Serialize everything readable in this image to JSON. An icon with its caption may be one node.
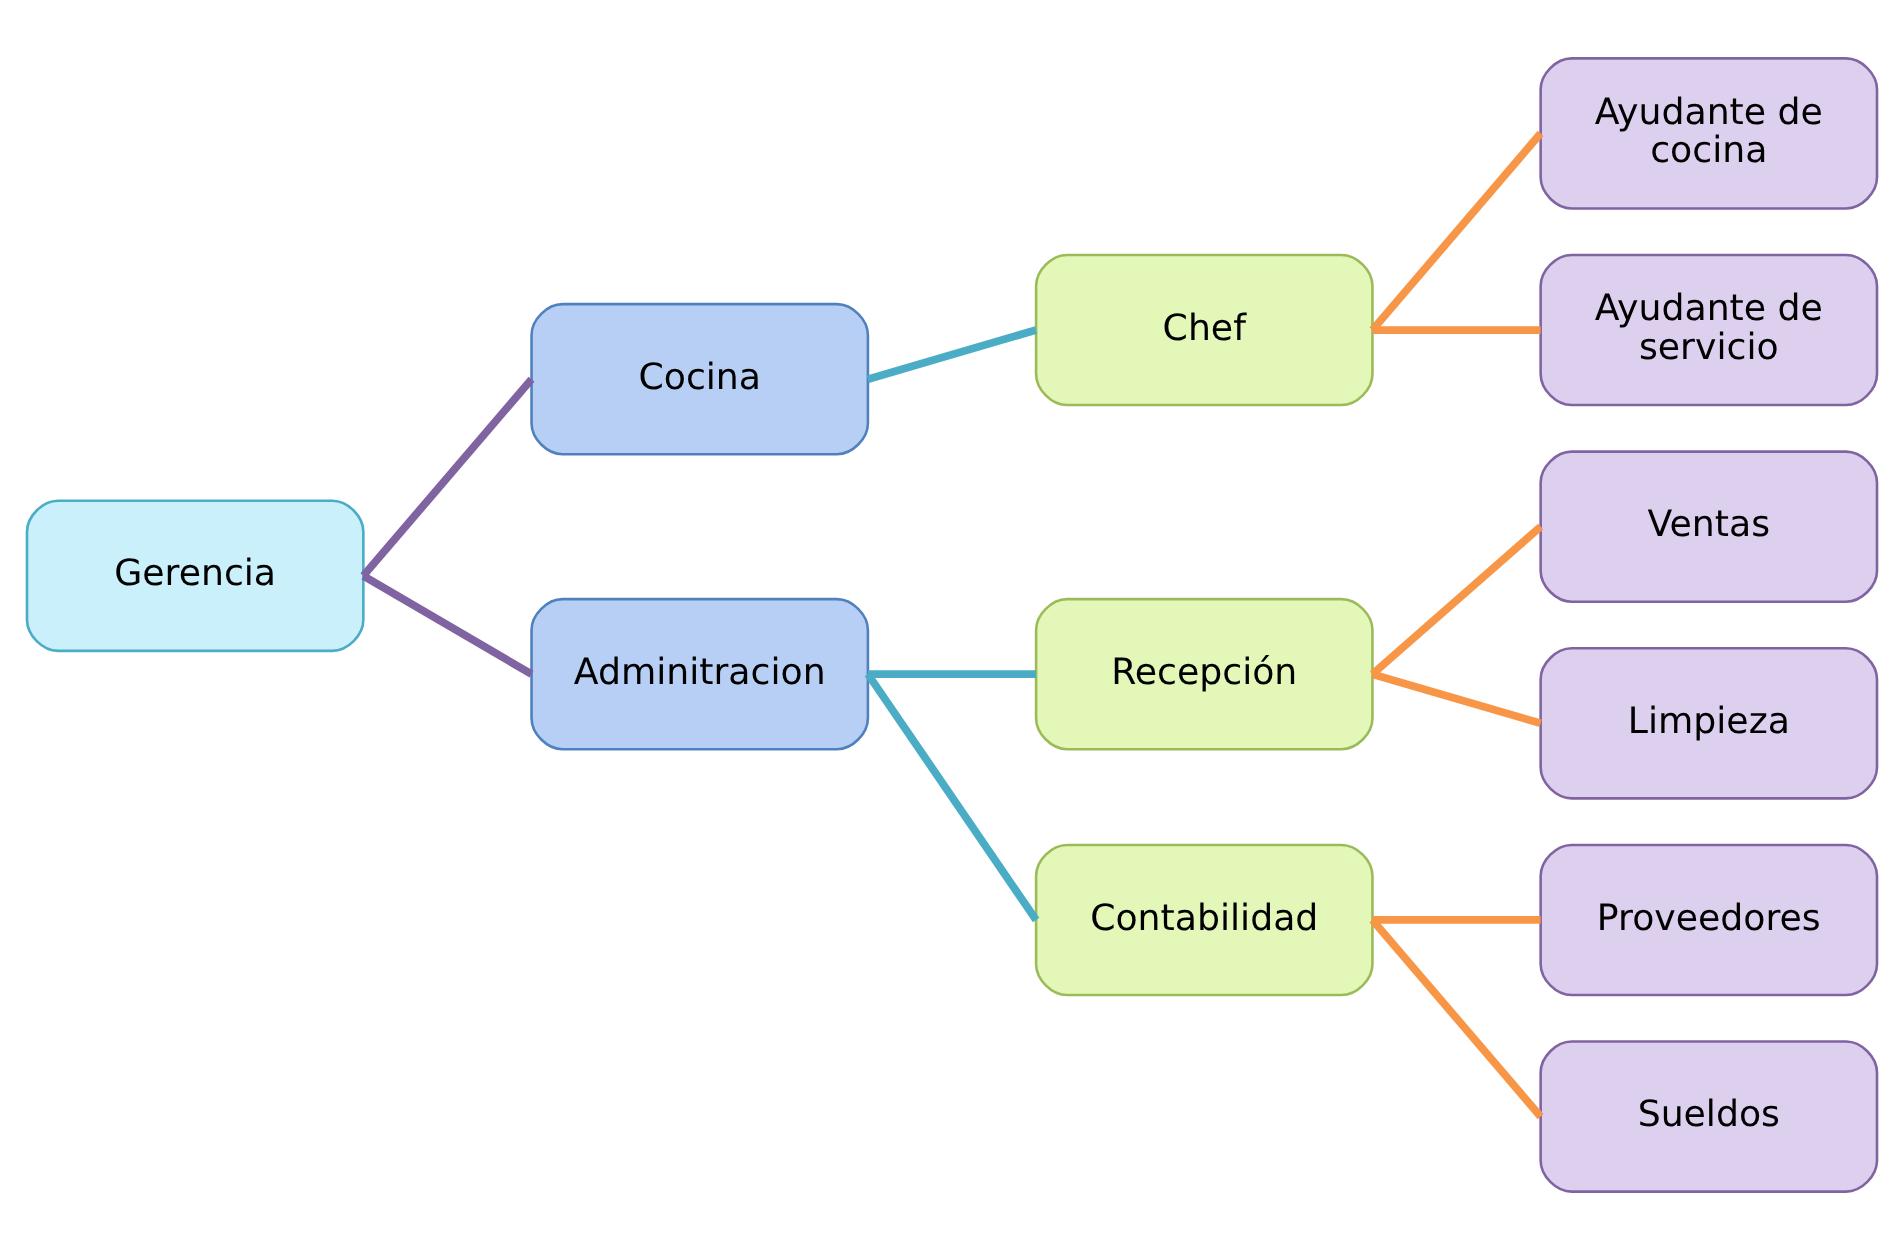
{
  "diagram": {
    "nodes": [
      {
        "text": [
          "Gerencia"
        ]
      },
      {
        "text": [
          "Cocina"
        ]
      },
      {
        "text": [
          "Adminitracion"
        ]
      },
      {
        "text": [
          "Chef"
        ]
      },
      {
        "text": [
          "Recepción"
        ]
      },
      {
        "text": [
          "Contabilidad"
        ]
      },
      {
        "text": [
          "Ayudante de cocina"
        ]
      },
      {
        "text": [
          "Ayudante de servicio"
        ]
      },
      {
        "text": [
          "Ventas"
        ]
      },
      {
        "text": [
          "Limpieza"
        ]
      },
      {
        "text": [
          "Proveedores"
        ]
      },
      {
        "text": [
          "Sueldos"
        ]
      }
    ],
    "edges": [
      {
        "from": 0,
        "to": 1,
        "arrow": "none",
        "color": "#8064a2"
      },
      {
        "from": 0,
        "to": 2,
        "arrow": "none",
        "color": "#8064a2"
      },
      {
        "from": 1,
        "to": 3,
        "arrow": "none",
        "color": "#4bacc6"
      },
      {
        "from": 2,
        "to": 4,
        "arrow": "none",
        "color": "#4bacc6"
      },
      {
        "from": 2,
        "to": 5,
        "arrow": "none",
        "color": "#4bacc6"
      },
      {
        "from": 3,
        "to": 6,
        "arrow": "none"
      },
      {
        "from": 3,
        "to": 7,
        "arrow": "none"
      },
      {
        "from": 4,
        "to": 8,
        "arrow": "none"
      },
      {
        "from": 4,
        "to": 9,
        "arrow": "none"
      },
      {
        "from": 5,
        "to": 10,
        "arrow": "none"
      },
      {
        "from": 5,
        "to": 11,
        "arrow": "none"
      }
    ]
  }
}
